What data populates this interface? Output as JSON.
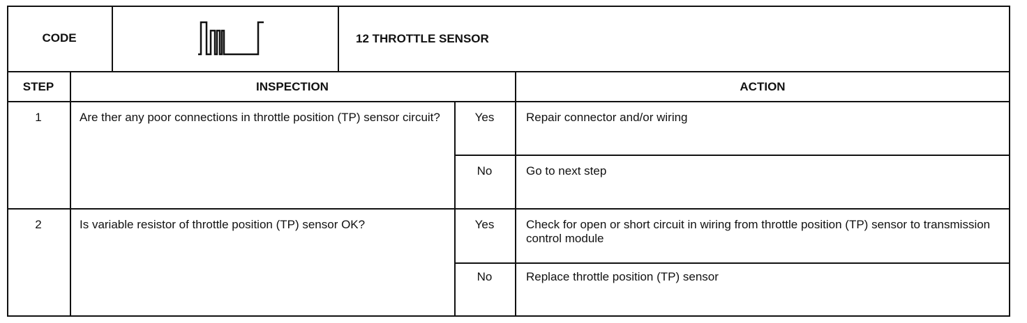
{
  "header": {
    "code_label": "CODE",
    "title": "12 THROTTLE SENSOR",
    "waveform_icon": "code-12-pulse-waveform"
  },
  "columns": {
    "step": "STEP",
    "inspection": "INSPECTION",
    "action": "ACTION"
  },
  "rows": [
    {
      "step": "1",
      "inspection": "Are ther any poor connections in throttle position (TP) sensor circuit?",
      "outcomes": [
        {
          "answer": "Yes",
          "action": "Repair connector and/or wiring"
        },
        {
          "answer": "No",
          "action": "Go to next step"
        }
      ]
    },
    {
      "step": "2",
      "inspection": "Is variable resistor of throttle position (TP) sensor OK?",
      "outcomes": [
        {
          "answer": "Yes",
          "action": "Check for open or short circuit in wiring from throttle position (TP) sensor to transmission control module"
        },
        {
          "answer": "No",
          "action": "Replace throttle position (TP) sensor"
        }
      ]
    }
  ]
}
